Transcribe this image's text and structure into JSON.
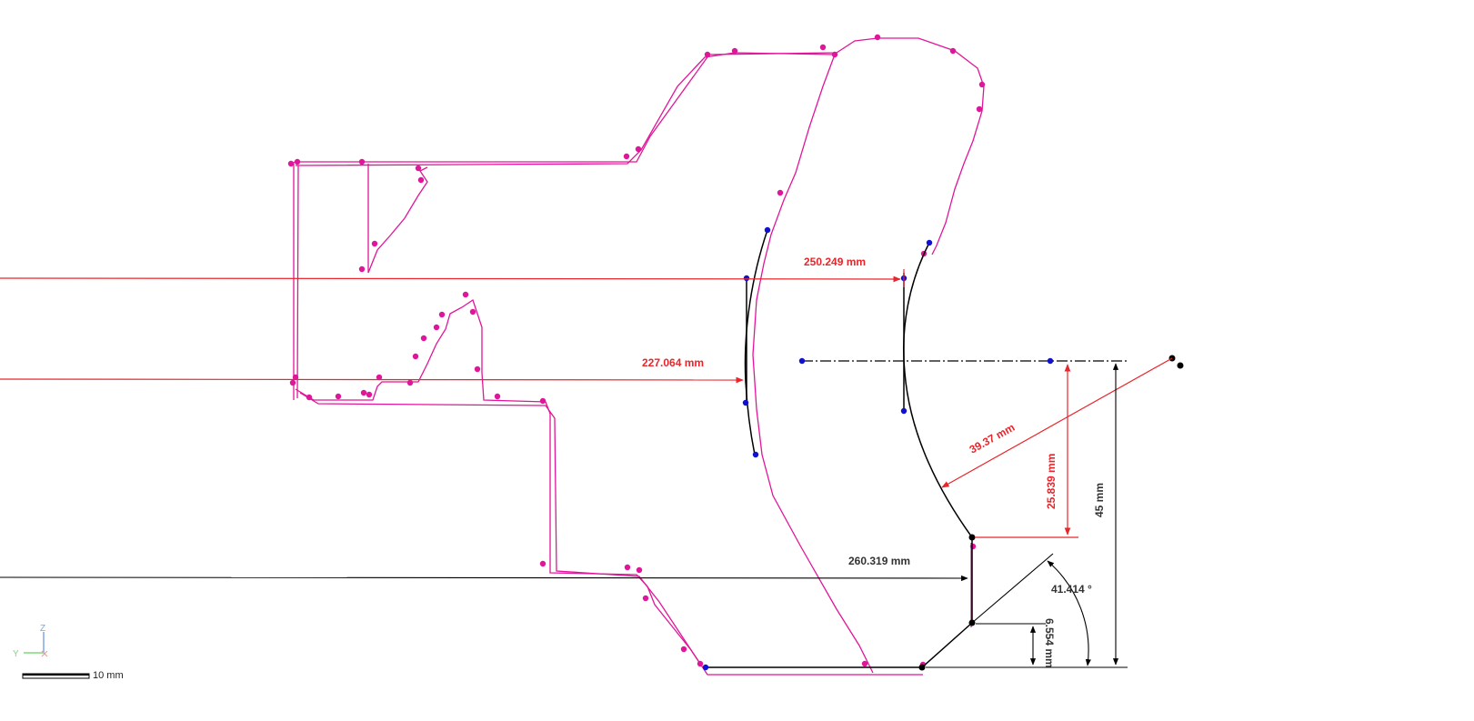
{
  "dimensions": {
    "d250": "250.249 mm",
    "d227": "227.064 mm",
    "d3937": "39.37 mm",
    "d25839": "25.839 mm",
    "d45": "45 mm",
    "d260": "260.319 mm",
    "angle": "41.414 °",
    "d6554": "6.554 mm"
  },
  "axis_triad": {
    "z": "Z",
    "y": "Y",
    "x": "X"
  },
  "scale_bar": {
    "label": "10 mm"
  },
  "colors": {
    "profile": "#e0169a",
    "dimension_red": "#e8262b",
    "dimension_black": "#000000",
    "control_point_blue": "#1010d0",
    "axis_z": "#7fa6e6",
    "axis_y": "#7ed87e",
    "axis_x": "#e6a0a0"
  }
}
